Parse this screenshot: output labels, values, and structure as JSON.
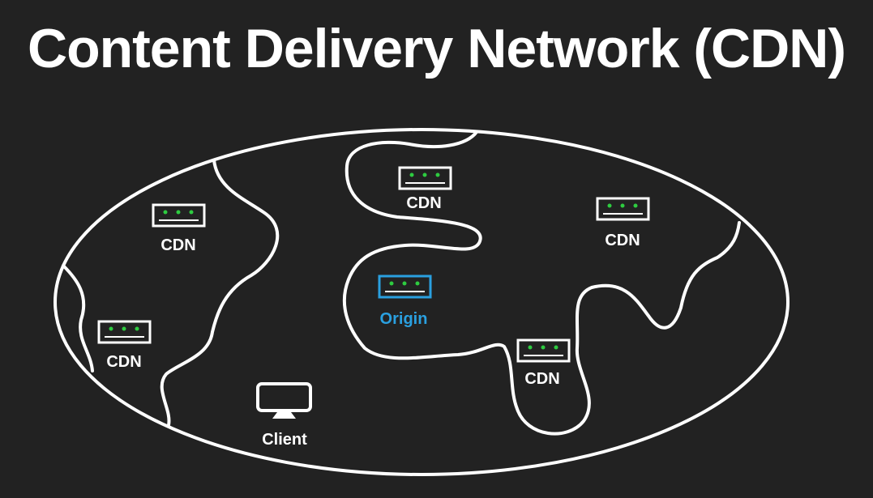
{
  "title": "Content Delivery Network (CDN)",
  "colors": {
    "background": "#222222",
    "line": "#ffffff",
    "cdn_led": "#2ecc40",
    "origin": "#2aa0e0"
  },
  "nodes": {
    "cdn_top_center": {
      "label": "CDN",
      "icon": "server-icon"
    },
    "cdn_left_upper": {
      "label": "CDN",
      "icon": "server-icon"
    },
    "cdn_right_upper": {
      "label": "CDN",
      "icon": "server-icon"
    },
    "origin": {
      "label": "Origin",
      "icon": "server-icon"
    },
    "cdn_left_lower": {
      "label": "CDN",
      "icon": "server-icon"
    },
    "cdn_right_lower": {
      "label": "CDN",
      "icon": "server-icon"
    },
    "client": {
      "label": "Client",
      "icon": "monitor-icon"
    }
  }
}
